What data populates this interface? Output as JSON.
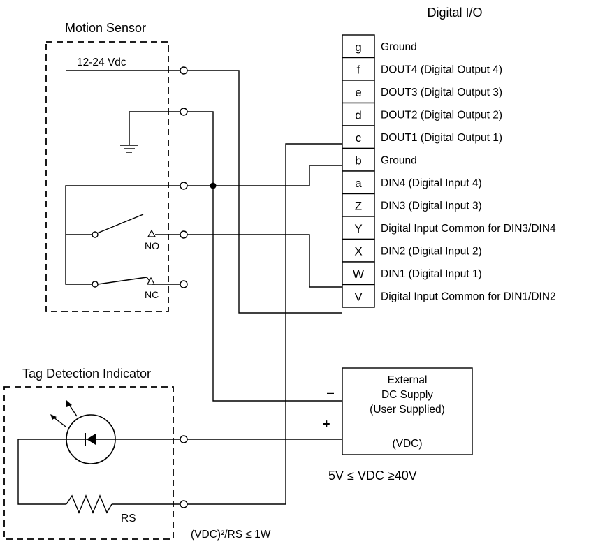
{
  "titles": {
    "digital_io": "Digital I/O",
    "motion_sensor": "Motion Sensor",
    "tag_indicator": "Tag Detection Indicator"
  },
  "motion_sensor": {
    "supply_label": "12-24 Vdc",
    "no_label": "NO",
    "nc_label": "NC"
  },
  "digital_io": {
    "pins": [
      {
        "letter": "g",
        "label": "Ground"
      },
      {
        "letter": "f",
        "label": "DOUT4 (Digital Output 4)"
      },
      {
        "letter": "e",
        "label": "DOUT3 (Digital Output 3)"
      },
      {
        "letter": "d",
        "label": "DOUT2 (Digital Output 2)"
      },
      {
        "letter": "c",
        "label": "DOUT1 (Digital Output 1)"
      },
      {
        "letter": "b",
        "label": "Ground"
      },
      {
        "letter": "a",
        "label": "DIN4 (Digital Input 4)"
      },
      {
        "letter": "Z",
        "label": "DIN3 (Digital Input 3)"
      },
      {
        "letter": "Y",
        "label": "Digital Input Common for DIN3/DIN4"
      },
      {
        "letter": "X",
        "label": "DIN2 (Digital Input 2)"
      },
      {
        "letter": "W",
        "label": "DIN1 (Digital Input 1)"
      },
      {
        "letter": "V",
        "label": "Digital Input Common  for DIN1/DIN2"
      }
    ]
  },
  "supply": {
    "line1": "External",
    "line2": "DC Supply",
    "line3": "(User Supplied)",
    "vdc": "(VDC)",
    "minus": "–",
    "plus": "+",
    "range": "5V  ≤ VDC ≥40V"
  },
  "indicator": {
    "resistor_label": "RS",
    "power_formula": "(VDC)²/RS ≤ 1W"
  }
}
